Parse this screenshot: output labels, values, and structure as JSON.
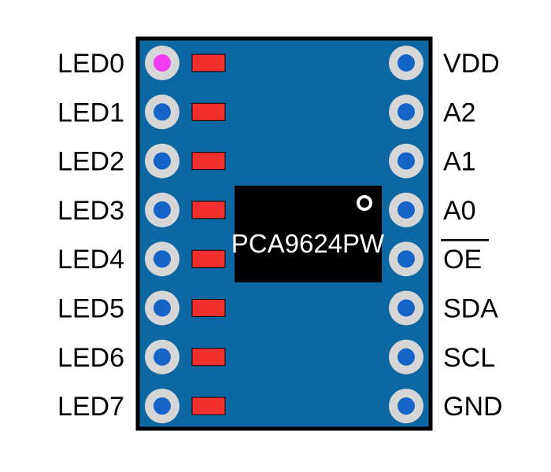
{
  "chip": {
    "label": "PCA9624PW"
  },
  "left_pins": [
    {
      "label": "LED0",
      "first": true
    },
    {
      "label": "LED1"
    },
    {
      "label": "LED2"
    },
    {
      "label": "LED3"
    },
    {
      "label": "LED4"
    },
    {
      "label": "LED5"
    },
    {
      "label": "LED6"
    },
    {
      "label": "LED7"
    }
  ],
  "right_pins": [
    {
      "label": "VDD"
    },
    {
      "label": "A2"
    },
    {
      "label": "A1"
    },
    {
      "label": "A0"
    },
    {
      "label": "OE",
      "overline": true
    },
    {
      "label": "SDA"
    },
    {
      "label": "SCL"
    },
    {
      "label": "GND"
    }
  ],
  "colors": {
    "board": "#0d67a2",
    "board_outline": "#000000",
    "pad_ring": "#d6d6d6",
    "pad_center": "#1565c8",
    "pin1_center": "#f03cf0",
    "resistor": "#f2302f",
    "chip_body": "#000000",
    "chip_text": "#ffffff"
  }
}
